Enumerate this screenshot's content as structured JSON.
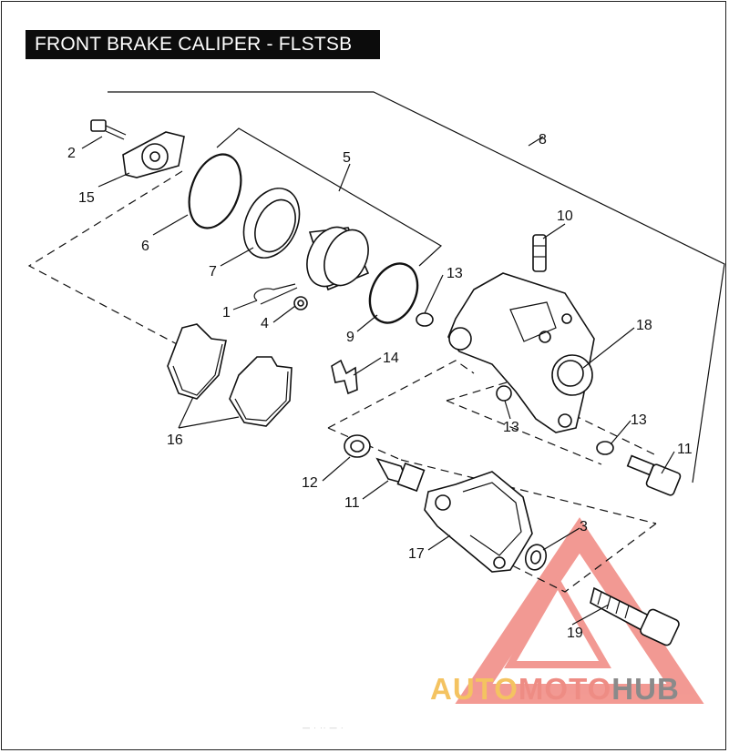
{
  "title": "FRONT BRAKE CALIPER - FLSTSB",
  "callouts": {
    "c1": "1",
    "c2": "2",
    "c3": "3",
    "c4": "4",
    "c5": "5",
    "c6": "6",
    "c7": "7",
    "c8": "8",
    "c9": "9",
    "c10": "10",
    "c11a": "11",
    "c11b": "11",
    "c12": "12",
    "c13a": "13",
    "c13b": "13",
    "c13c": "13",
    "c14": "14",
    "c15": "15",
    "c16": "16",
    "c17": "17",
    "c18": "18",
    "c19": "19"
  },
  "watermark": {
    "part1": "AUTO",
    "part2": "MOTO",
    "part3": "HUB",
    "colors": {
      "part1": "#f4c361",
      "part2": "#ee8c84",
      "part3": "#8a8a8a",
      "logo": "#e9473b"
    }
  },
  "footer": "— · ·· — ·"
}
